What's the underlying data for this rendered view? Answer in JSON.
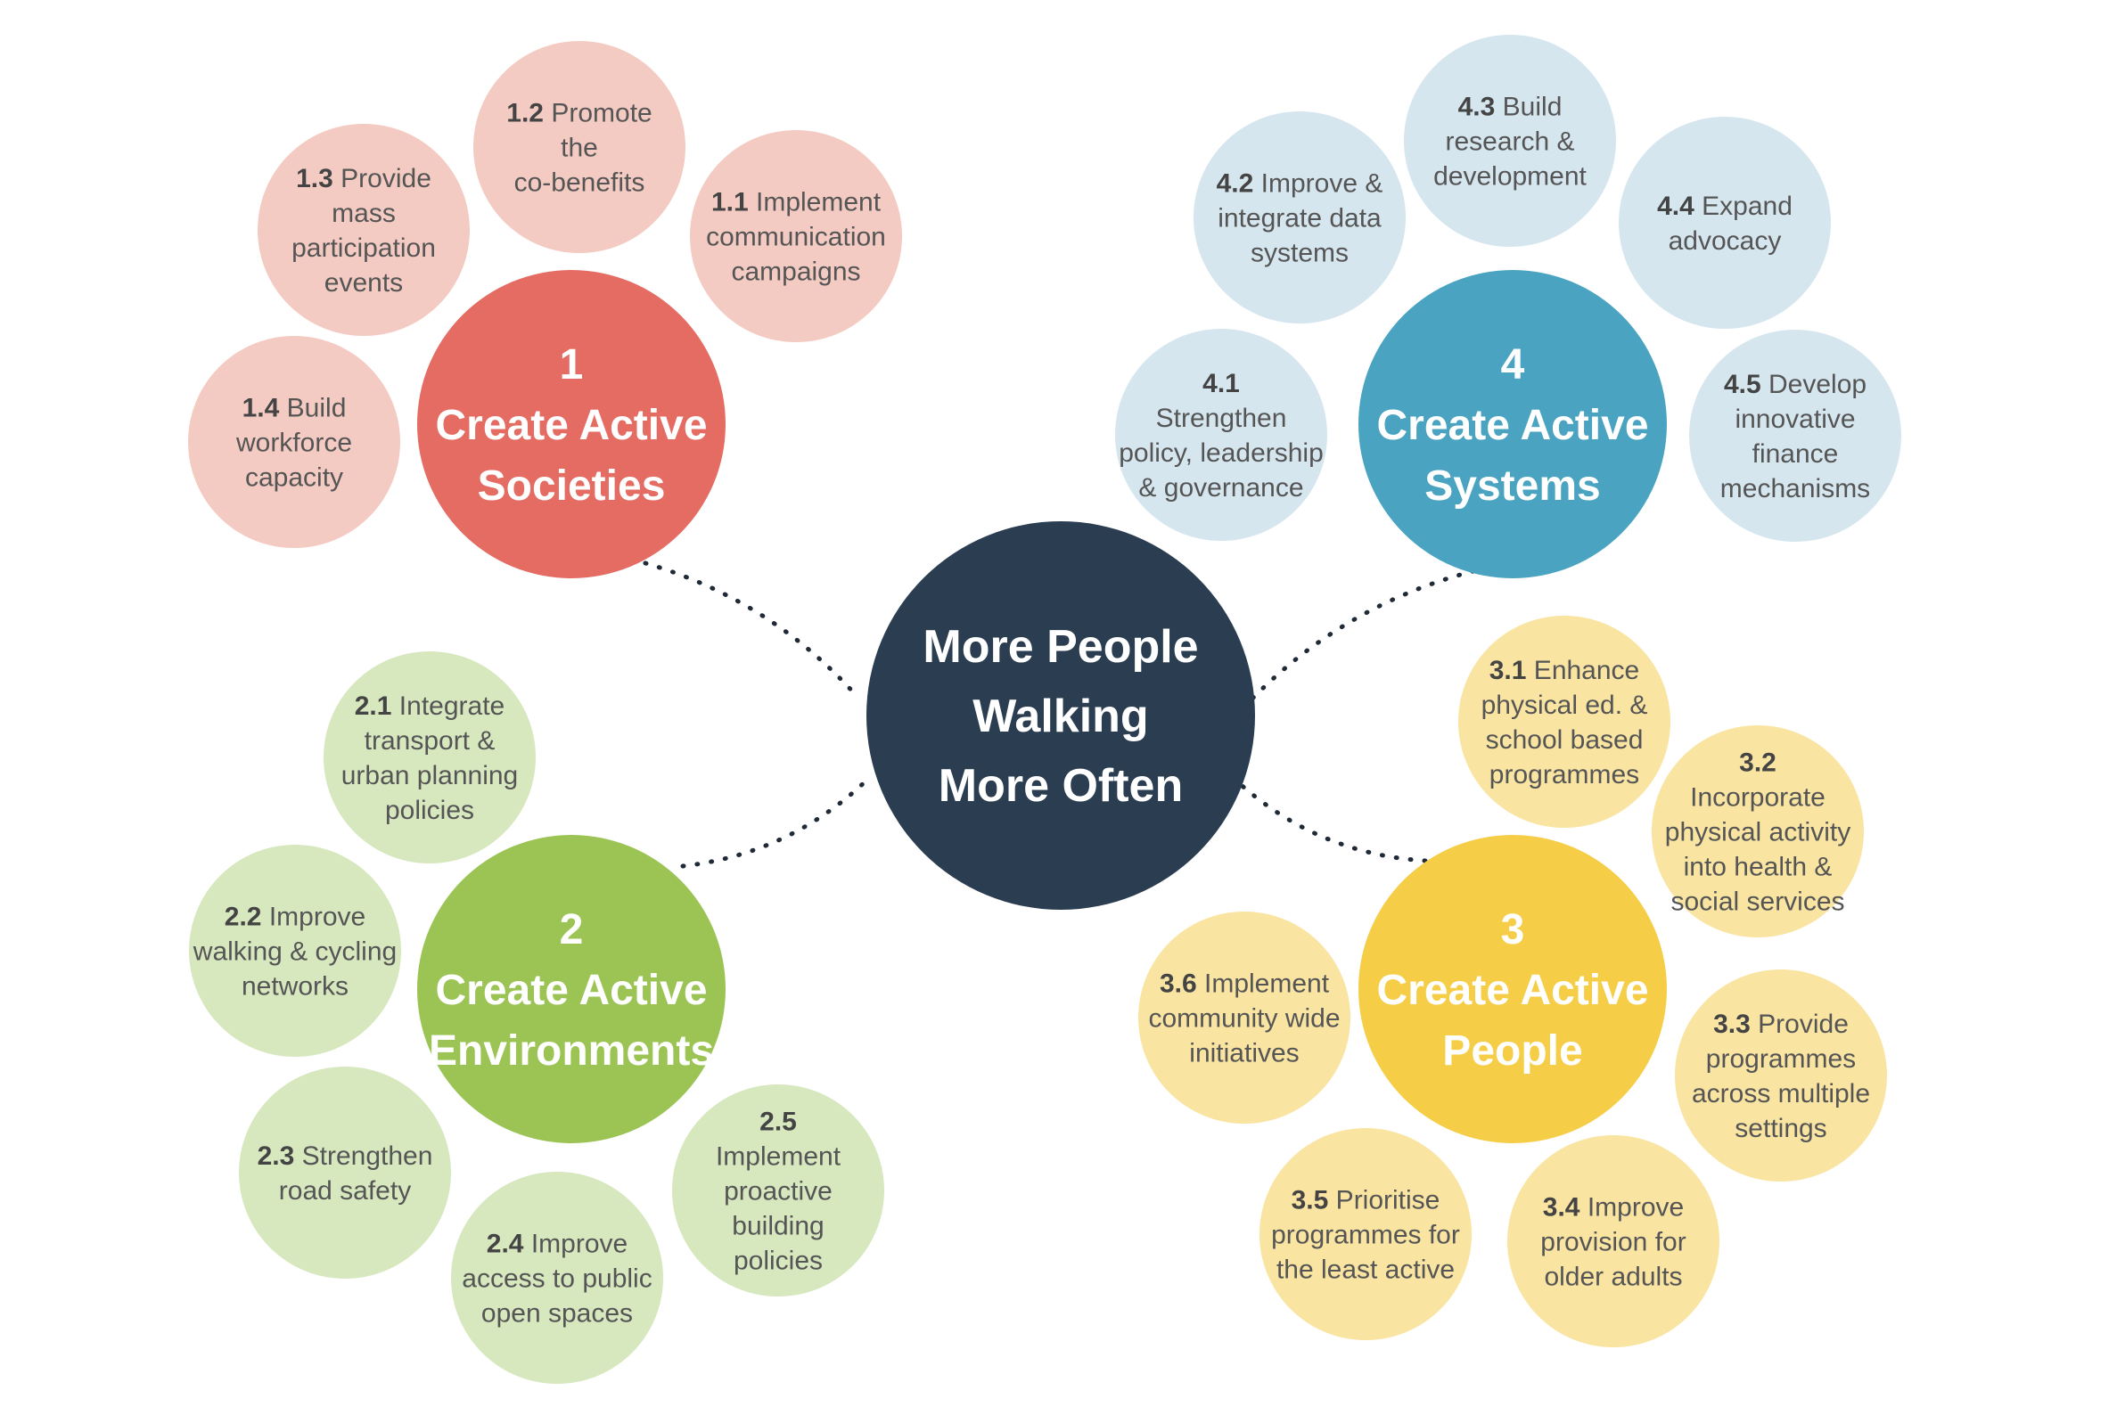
{
  "center": {
    "lines": [
      "More People",
      "Walking",
      "More Often"
    ],
    "color": "#2b3d50"
  },
  "pillars": [
    {
      "id": "1",
      "number": "1",
      "title_lines": [
        "Create Active",
        "Societies"
      ],
      "color": "#e46c63",
      "light_color": "#f4cbc2",
      "actions": [
        {
          "num": "1.1",
          "lines": [
            "Implement",
            "communication",
            "campaigns"
          ]
        },
        {
          "num": "1.2",
          "lines": [
            "Promote",
            "the",
            "co-benefits"
          ]
        },
        {
          "num": "1.3",
          "lines": [
            "Provide",
            "mass",
            "participation",
            "events"
          ]
        },
        {
          "num": "1.4",
          "lines": [
            "Build",
            "workforce",
            "capacity"
          ]
        }
      ]
    },
    {
      "id": "2",
      "number": "2",
      "title_lines": [
        "Create Active",
        "Environments"
      ],
      "color": "#9bc455",
      "light_color": "#d7e8bf",
      "actions": [
        {
          "num": "2.1",
          "lines": [
            "Integrate",
            "transport &",
            "urban planning",
            "policies"
          ]
        },
        {
          "num": "2.2",
          "lines": [
            "Improve",
            "walking & cycling",
            "networks"
          ]
        },
        {
          "num": "2.3",
          "lines": [
            "Strengthen",
            "road safety"
          ]
        },
        {
          "num": "2.4",
          "lines": [
            "Improve",
            "access to public",
            "open spaces"
          ]
        },
        {
          "num": "2.5",
          "lines": [
            "Implement",
            "proactive",
            "building",
            "policies"
          ]
        }
      ]
    },
    {
      "id": "3",
      "number": "3",
      "title_lines": [
        "Create Active",
        "People"
      ],
      "color": "#f5cd46",
      "light_color": "#f9e4a1",
      "actions": [
        {
          "num": "3.1",
          "lines": [
            "Enhance",
            "physical ed. &",
            "school based",
            "programmes"
          ]
        },
        {
          "num": "3.2",
          "lines": [
            "Incorporate",
            "physical activity",
            "into health &",
            "social services"
          ]
        },
        {
          "num": "3.3",
          "lines": [
            "Provide",
            "programmes",
            "across multiple",
            "settings"
          ]
        },
        {
          "num": "3.4",
          "lines": [
            "Improve",
            "provision for",
            "older adults"
          ]
        },
        {
          "num": "3.5",
          "lines": [
            "Prioritise",
            "programmes for",
            "the least active"
          ]
        },
        {
          "num": "3.6",
          "lines": [
            "Implement",
            "community wide",
            "initiatives"
          ]
        }
      ]
    },
    {
      "id": "4",
      "number": "4",
      "title_lines": [
        "Create Active",
        "Systems"
      ],
      "color": "#49a3c1",
      "light_color": "#d6e6ef",
      "actions": [
        {
          "num": "4.1",
          "lines": [
            "Strengthen",
            "policy, leadership",
            "& governance"
          ]
        },
        {
          "num": "4.2",
          "lines": [
            "Improve &",
            "integrate data",
            "systems"
          ]
        },
        {
          "num": "4.3",
          "lines": [
            "Build",
            "research &",
            "development"
          ]
        },
        {
          "num": "4.4",
          "lines": [
            "Expand",
            "advocacy"
          ]
        },
        {
          "num": "4.5",
          "lines": [
            "Develop",
            "innovative",
            "finance",
            "mechanisms"
          ]
        }
      ]
    }
  ]
}
